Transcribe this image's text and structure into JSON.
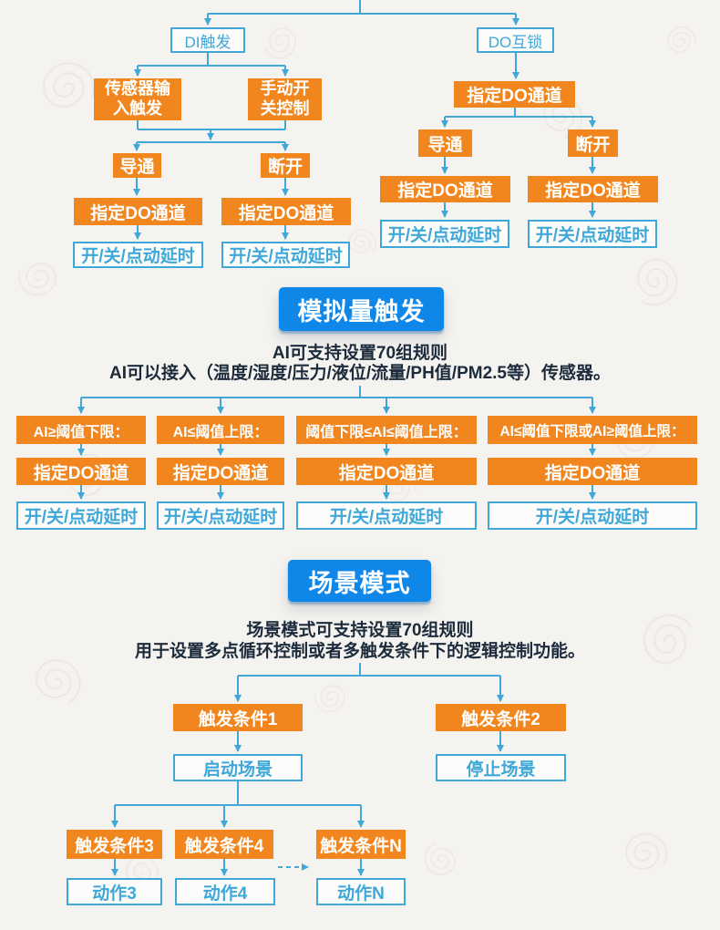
{
  "colors": {
    "orange": "#f1861e",
    "blue": "#3fa8d9",
    "btn": "#0f87e9",
    "ink": "#1c2b3c",
    "bg": "#f5f3f0",
    "spiral": "#ece8e2"
  },
  "common": {
    "do_channel": "指定DO通道",
    "delay": "开/关/点动延时",
    "conduct": "导通",
    "break": "断开"
  },
  "top": {
    "di_root": "DI触发",
    "do_root": "DO互锁",
    "sensor": {
      "line1": "传感器输",
      "line2": "入触发"
    },
    "manual": {
      "line1": "手动开",
      "line2": "关控制"
    }
  },
  "analog": {
    "title": "模拟量触发",
    "desc1": "AI可支持设置70组规则",
    "desc2": "AI可以接入（温度/湿度/压力/液位/流量/PH值/PM2.5等）传感器。",
    "conditions": [
      "AI≥阈值下限：",
      "AI≤阈值上限：",
      "阈值下限≤AI≤阈值上限：",
      "AI≤阈值下限或AI≥阈值上限："
    ]
  },
  "scene": {
    "title": "场景模式",
    "desc1": "场景模式可支持设置70组规则",
    "desc2": "用于设置多点循环控制或者多触发条件下的逻辑控制功能。",
    "trigger1": "触发条件1",
    "trigger2": "触发条件2",
    "trigger3": "触发条件3",
    "trigger4": "触发条件4",
    "triggerN": "触发条件N",
    "start": "启动场景",
    "stop": "停止场景",
    "action3": "动作3",
    "action4": "动作4",
    "actionN": "动作N"
  }
}
